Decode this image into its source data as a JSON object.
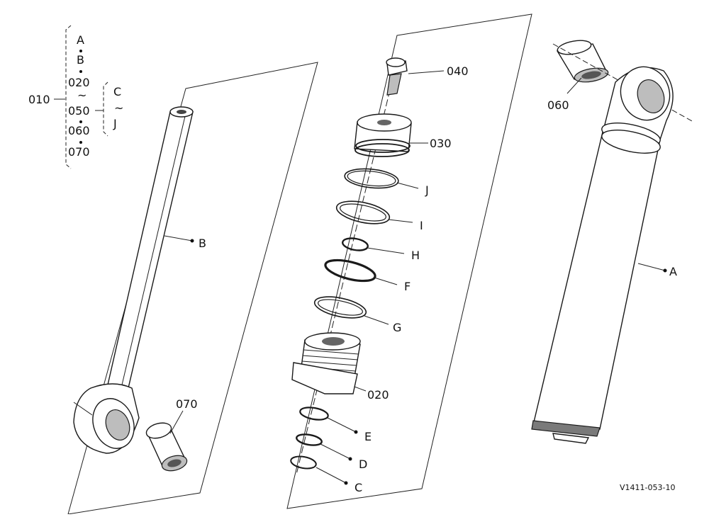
{
  "legend": {
    "group_label": "010",
    "items": [
      "A",
      "B",
      "020",
      "050",
      "060",
      "070"
    ],
    "range_marks": [
      "~",
      "~"
    ],
    "sub_range": {
      "from": "C",
      "to": "J"
    }
  },
  "callouts": {
    "B": "B",
    "A": "A",
    "p070": "070",
    "p060": "060",
    "p040": "040",
    "p030": "030",
    "J": "J",
    "I": "I",
    "H": "H",
    "F": "F",
    "G": "G",
    "p020": "020",
    "E": "E",
    "D": "D",
    "C": "C"
  },
  "reference_code": "V1411-053-10"
}
